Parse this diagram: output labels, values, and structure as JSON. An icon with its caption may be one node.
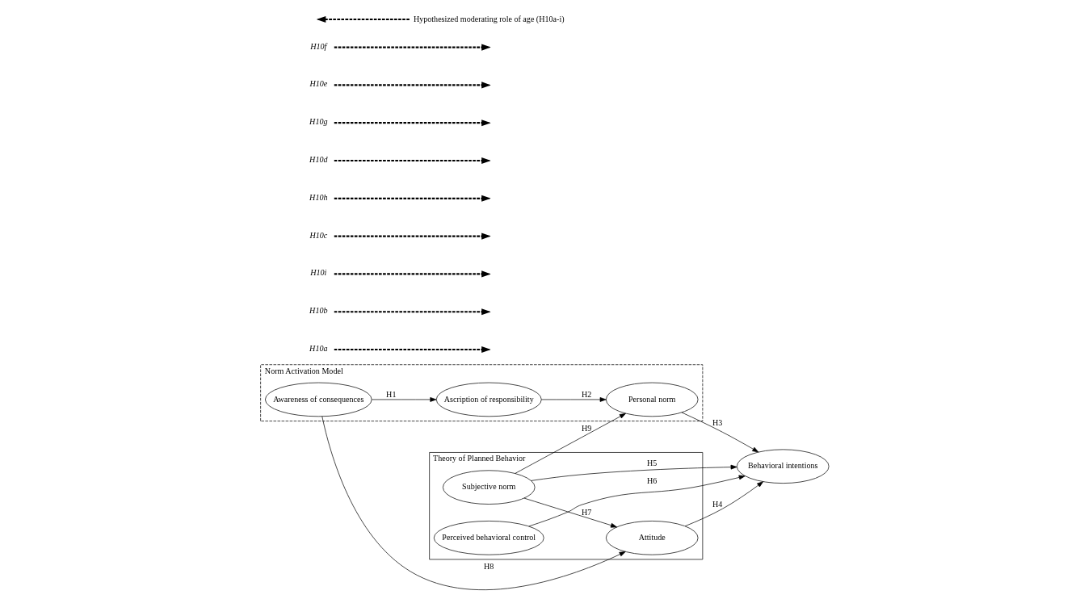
{
  "diagram": {
    "nodes": [
      {
        "text": [
          "Norm Activation Model"
        ]
      },
      {
        "text": [
          "Awareness of consequences"
        ],
        "in": 0
      },
      {
        "text": [
          "Ascription of responsibility"
        ],
        "in": 0
      },
      {
        "text": [
          "Personal norm"
        ],
        "in": 0
      },
      {
        "text": [
          "Theory of Planned Behavior"
        ]
      },
      {
        "text": [
          "Attitude"
        ],
        "in": 4
      },
      {
        "text": [
          "Subjective norm"
        ],
        "in": 4
      },
      {
        "text": [
          "Perceived behavioral control"
        ],
        "in": 4
      },
      {
        "text": [
          "Behavioral intentions"
        ]
      },
      {
        "text": [
          "H10a"
        ]
      },
      {
        "text": [
          "H10b"
        ]
      },
      {
        "text": [
          "H10i"
        ]
      },
      {
        "text": [
          "H10c"
        ]
      },
      {
        "text": [
          "H10h"
        ]
      },
      {
        "text": [
          "H10d"
        ]
      },
      {
        "text": [
          "H10g"
        ]
      },
      {
        "text": [
          "H10e"
        ]
      },
      {
        "text": [
          "H10f"
        ]
      }
    ],
    "edges": [
      {
        "from": 1,
        "to": 2,
        "arrow": "to",
        "label": "H1"
      },
      {
        "from": 2,
        "to": 3,
        "arrow": "to",
        "label": "H2"
      },
      {
        "from": 3,
        "to": 8,
        "arrow": "to",
        "label": "H3"
      },
      {
        "from": 5,
        "to": 8,
        "arrow": "to",
        "label": "H4"
      },
      {
        "from": 6,
        "to": 8,
        "arrow": "to",
        "label": "H5"
      },
      {
        "from": 7,
        "to": 8,
        "arrow": "to",
        "label": "H6"
      },
      {
        "from": 6,
        "to": 5,
        "arrow": "to",
        "label": "H7"
      },
      {
        "from": 1,
        "to": 5,
        "arrow": "to",
        "label": "H8"
      },
      {
        "from": 6,
        "to": 3,
        "arrow": "to",
        "label": "H9"
      },
      {
        "from": 9,
        "to": null,
        "arrow": "to",
        "style": "dashed"
      },
      {
        "from": 10,
        "to": null,
        "arrow": "to",
        "style": "dashed"
      },
      {
        "from": 11,
        "to": null,
        "arrow": "to",
        "style": "dashed"
      },
      {
        "from": 12,
        "to": null,
        "arrow": "to",
        "style": "dashed"
      },
      {
        "from": 13,
        "to": null,
        "arrow": "to",
        "style": "dashed"
      },
      {
        "from": 14,
        "to": null,
        "arrow": "to",
        "style": "dashed"
      },
      {
        "from": 15,
        "to": null,
        "arrow": "to",
        "style": "dashed"
      },
      {
        "from": 16,
        "to": null,
        "arrow": "to",
        "style": "dashed"
      },
      {
        "from": 17,
        "to": null,
        "arrow": "to",
        "style": "dashed"
      }
    ],
    "legend": [
      {
        "text": "Hypothesized moderating role of age (H10a-i)"
      }
    ]
  }
}
